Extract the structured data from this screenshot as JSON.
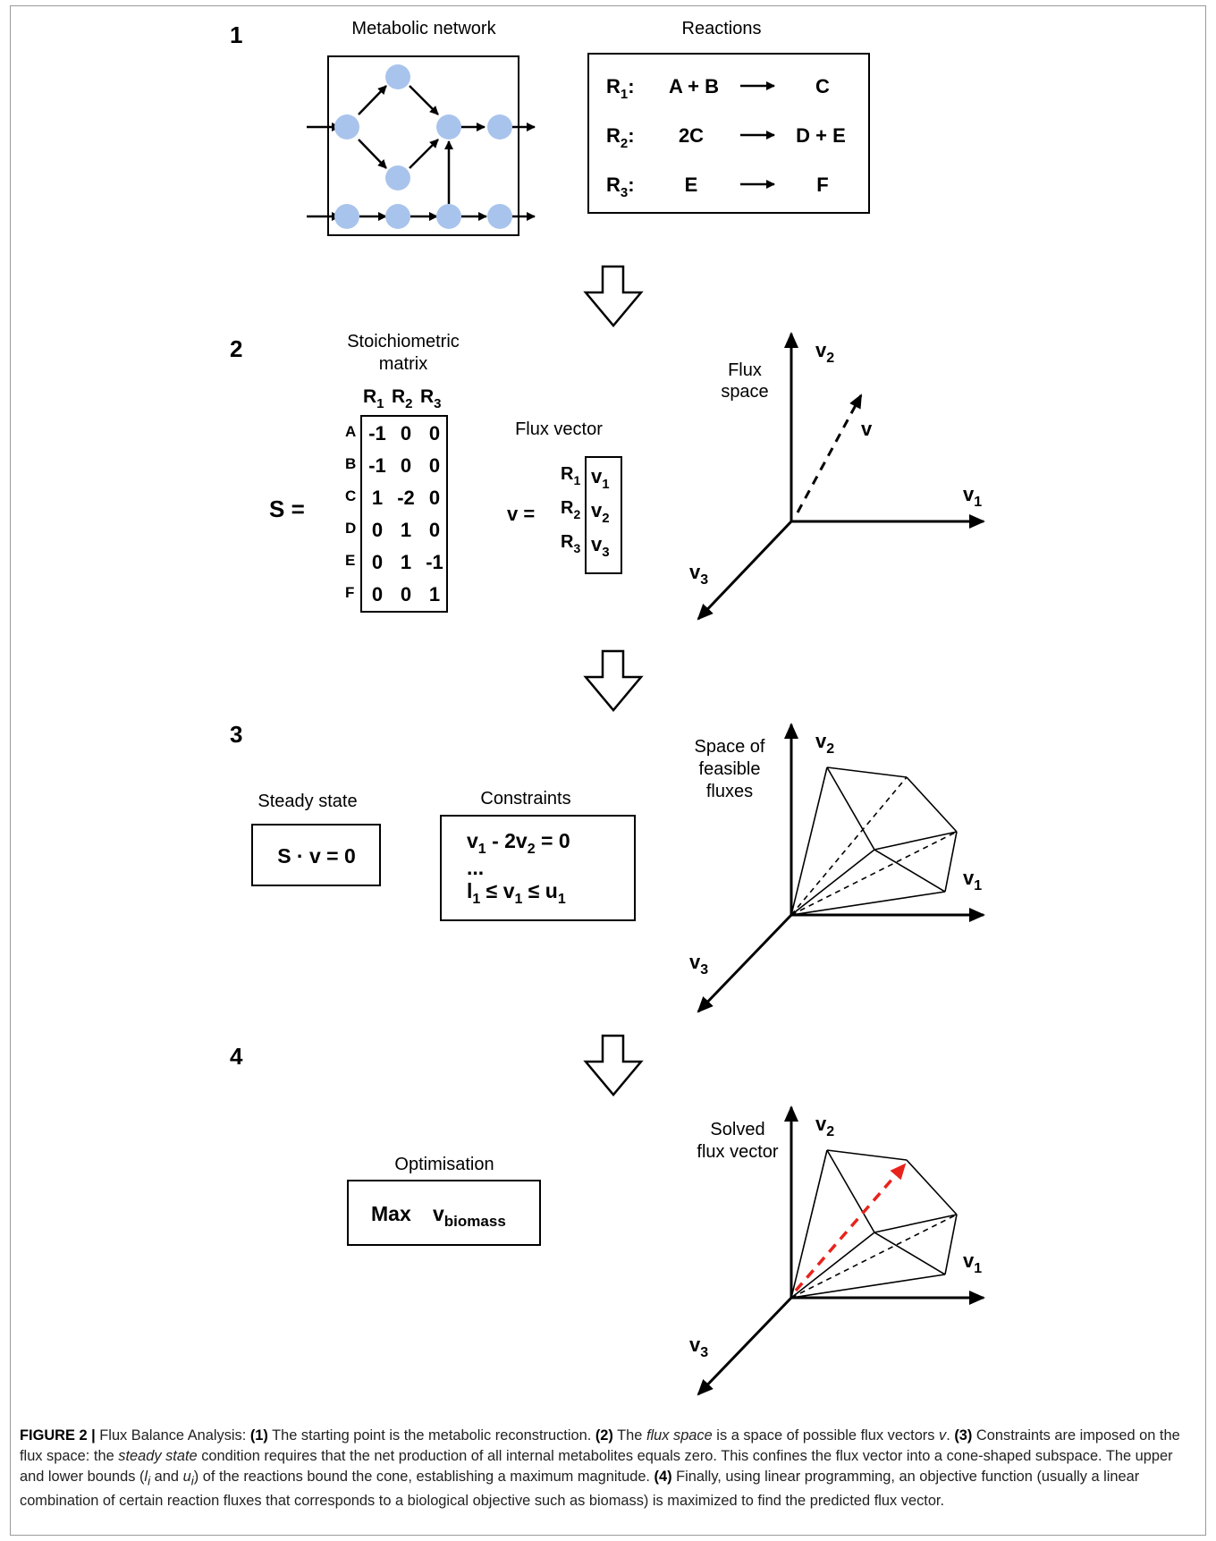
{
  "panels": {
    "p1": {
      "number": "1",
      "network_title": "Metabolic network",
      "reactions_title": "Reactions",
      "reactions": [
        {
          "label": "R",
          "sub": "1",
          "lhs": "A + B",
          "rhs": "C"
        },
        {
          "label": "R",
          "sub": "2",
          "lhs": "2C",
          "rhs": "D + E"
        },
        {
          "label": "R",
          "sub": "3",
          "lhs": "E",
          "rhs": "F"
        }
      ],
      "node_color": "#a9c4ec"
    },
    "p2": {
      "number": "2",
      "matrix_title_line1": "Stoichiometric",
      "matrix_title_line2": "matrix",
      "s_label": "S =",
      "matrix_cols": [
        {
          "label": "R",
          "sub": "1"
        },
        {
          "label": "R",
          "sub": "2"
        },
        {
          "label": "R",
          "sub": "3"
        }
      ],
      "matrix_rows": [
        {
          "name": "A",
          "values": [
            "-1",
            "0",
            "0"
          ]
        },
        {
          "name": "B",
          "values": [
            "-1",
            "0",
            "0"
          ]
        },
        {
          "name": "C",
          "values": [
            "1",
            "-2",
            "0"
          ]
        },
        {
          "name": "D",
          "values": [
            "0",
            "1",
            "0"
          ]
        },
        {
          "name": "E",
          "values": [
            "0",
            "1",
            "-1"
          ]
        },
        {
          "name": "F",
          "values": [
            "0",
            "0",
            "1"
          ]
        }
      ],
      "flux_vector_title": "Flux vector",
      "v_label": "v =",
      "flux_rows": [
        {
          "r": "R",
          "rsub": "1",
          "v": "v",
          "vsub": "1"
        },
        {
          "r": "R",
          "rsub": "2",
          "v": "v",
          "vsub": "2"
        },
        {
          "r": "R",
          "rsub": "3",
          "v": "v",
          "vsub": "3"
        }
      ],
      "space_label_line1": "Flux",
      "space_label_line2": "space",
      "vector_label": "v"
    },
    "p3": {
      "number": "3",
      "steady_title": "Steady state",
      "steady_eq": "S · v = 0",
      "constraints_title": "Constraints",
      "constraint1": {
        "a": "v",
        "asub": "1",
        "mid": " - 2v",
        "bsub": "2",
        "end": " = 0"
      },
      "constraint_dots": "...",
      "constraint3": {
        "l": "l",
        "lsub": "1",
        "mid": " ≤ v",
        "vsub": "1",
        "le": " ≤ u",
        "usub": "1"
      },
      "space_label_line1": "Space of",
      "space_label_line2": "feasible",
      "space_label_line3": "fluxes"
    },
    "p4": {
      "number": "4",
      "opt_title": "Optimisation",
      "opt_max": "Max",
      "opt_v": "v",
      "opt_sub": "biomass",
      "space_label_line1": "Solved",
      "space_label_line2": "flux vector",
      "solution_color": "#e8231c"
    },
    "axes": {
      "x": "v",
      "xsub": "1",
      "y": "v",
      "ysub": "2",
      "z": "v",
      "zsub": "3"
    }
  },
  "caption": {
    "fig": "FIGURE 2 |",
    "s0": " Flux Balance Analysis: ",
    "b1": "(1)",
    "s1": " The starting point is the metabolic reconstruction. ",
    "b2": "(2)",
    "s2": " The ",
    "i1": "flux space",
    "s3": " is a space of possible flux vectors ",
    "i2": "v",
    "s4": ". ",
    "b3": "(3)",
    "s5": " Constraints are imposed on the flux space: the ",
    "i3": "steady state",
    "s6": " condition requires that the net production of all internal metabolites equals zero. This confines the flux vector into a cone-shaped subspace. The upper and lower bounds (",
    "i4": "l",
    "i4sub": "i",
    "s7": " and ",
    "i5": "u",
    "i5sub": "i",
    "s8": ") of the reactions bound the cone, establishing a maximum magnitude. ",
    "b4": "(4)",
    "s9": " Finally, using linear programming, an objective function (usually a linear combination of certain reaction fluxes that corresponds to a biological objective such as biomass) is maximized to find the predicted flux vector."
  }
}
